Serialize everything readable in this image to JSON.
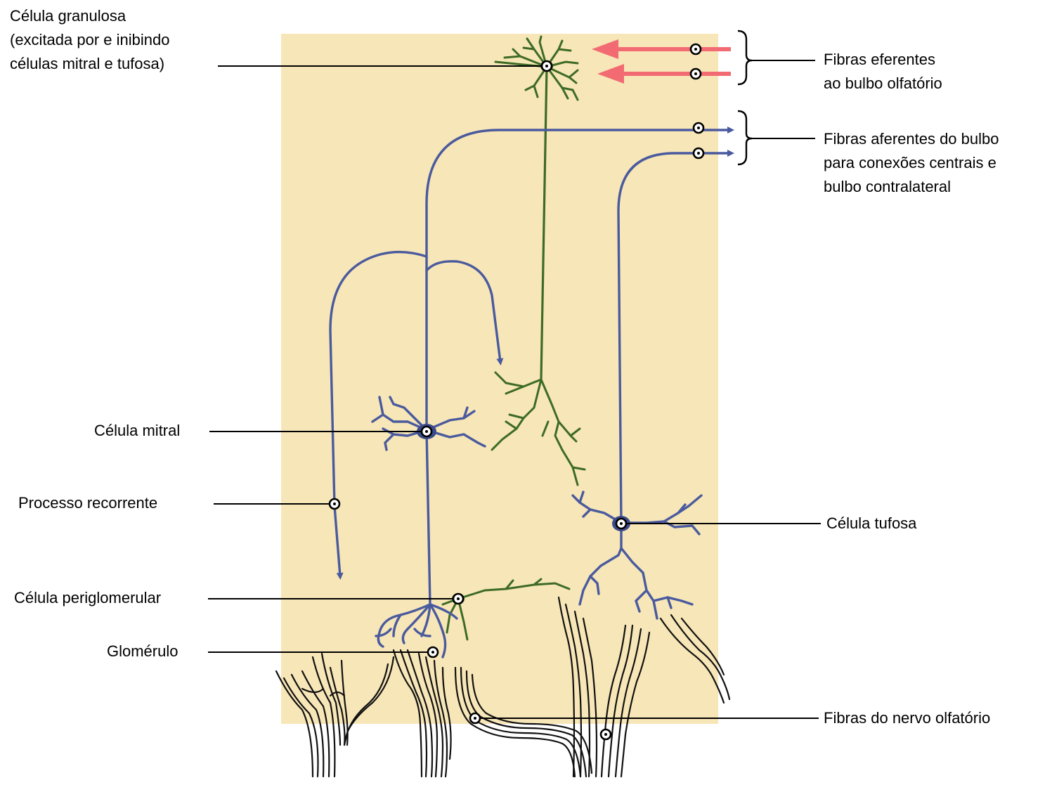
{
  "labels": {
    "granulosa": [
      "Célula granulosa",
      "(excitada por e inibindo",
      "células mitral e tufosa)"
    ],
    "eferentes": [
      "Fibras eferentes",
      "ao bulbo olfatório"
    ],
    "aferentes": [
      "Fibras aferentes do bulbo",
      "para conexões centrais e",
      "bulbo contralateral"
    ],
    "mitral": "Célula mitral",
    "recorrente": "Processo recorrente",
    "tufosa": "Célula tufosa",
    "periglomerular": "Célula periglomerular",
    "glomerulo": "Glomérulo",
    "nervo": "Fibras do nervo olfatório"
  },
  "colors": {
    "panel": "#f7e6b7",
    "neuron_blue": "#4a5a9e",
    "neuron_green": "#3d6b25",
    "efferent_arrow": "#f26b73",
    "nerve_fibers": "#111111",
    "leader_lines": "#000000"
  }
}
